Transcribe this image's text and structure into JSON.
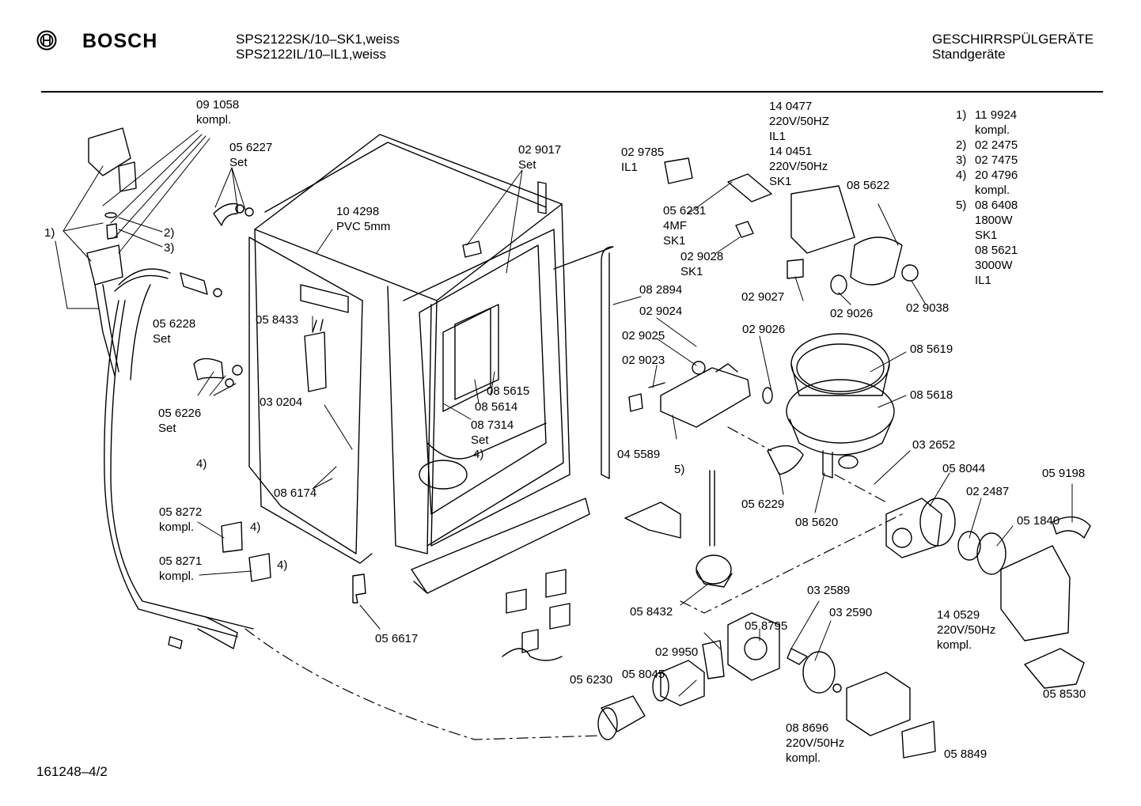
{
  "header": {
    "brand": "BOSCH",
    "models": [
      "SPS2122SK/10–SK1,weiss",
      "SPS2122IL/10–IL1,weiss"
    ],
    "category": "GESCHIRRSPÜLGERÄTE",
    "subcategory": "Standgeräte"
  },
  "footer": {
    "doc_number": "161248–4/2"
  },
  "parts": {
    "p091058": [
      "09 1058",
      "kompl."
    ],
    "p056227": [
      "05 6227",
      "Set"
    ],
    "p104298": [
      "10 4298",
      "PVC 5mm"
    ],
    "p029017": [
      "02 9017",
      "Set"
    ],
    "p029785": [
      "02 9785",
      "IL1"
    ],
    "p140477": [
      "14 0477",
      "220V/50HZ",
      "IL1",
      "14 0451",
      "220V/50Hz",
      "SK1"
    ],
    "p056231": [
      "05 6231",
      "4MF",
      "SK1"
    ],
    "p029028": [
      "02 9028",
      "SK1"
    ],
    "p085622": [
      "08 5622"
    ],
    "ref1": [
      "1)"
    ],
    "ref2": [
      "2)"
    ],
    "ref3": [
      "3)"
    ],
    "p056228": [
      "05 6228",
      "Set"
    ],
    "p058433": [
      "05 8433"
    ],
    "p082894": [
      "08 2894"
    ],
    "p029024": [
      "02 9024"
    ],
    "p029027": [
      "02 9027"
    ],
    "p029026a": [
      "02 9026"
    ],
    "p029038": [
      "02 9038"
    ],
    "p029025": [
      "02 9025"
    ],
    "p029026b": [
      "02 9026"
    ],
    "p029023": [
      "02 9023"
    ],
    "p085619": [
      "08 5619"
    ],
    "p085618": [
      "08 5618"
    ],
    "p056226": [
      "05 6226",
      "Set"
    ],
    "p030204": [
      "03 0204"
    ],
    "p085615": [
      "08 5615"
    ],
    "p085614": [
      "08 5614"
    ],
    "p087314": [
      "08 7314",
      "Set"
    ],
    "ref4a": [
      "4)"
    ],
    "ref4b": [
      "4)"
    ],
    "p045589": [
      "04 5589"
    ],
    "ref5": [
      "5)"
    ],
    "p032652": [
      "03 2652"
    ],
    "p086174": [
      "08 6174"
    ],
    "p058044": [
      "05 8044"
    ],
    "p059198": [
      "05 9198"
    ],
    "p022487": [
      "02 2487"
    ],
    "p056229": [
      "05 6229"
    ],
    "p085620": [
      "08 5620"
    ],
    "p051840": [
      "05 1840"
    ],
    "p058272": [
      "05 8272",
      "kompl."
    ],
    "ref4c": [
      "4)"
    ],
    "p058271": [
      "05 8271",
      "kompl."
    ],
    "ref4d": [
      "4)"
    ],
    "p032589": [
      "03 2589"
    ],
    "p058432": [
      "05 8432"
    ],
    "p058795": [
      "05 8795"
    ],
    "p032590": [
      "03 2590"
    ],
    "p140529": [
      "14 0529",
      "220V/50Hz",
      "kompl."
    ],
    "p029950": [
      "02 9950"
    ],
    "p056617": [
      "05 6617"
    ],
    "p058045": [
      "05 8045"
    ],
    "p056230": [
      "05 6230"
    ],
    "p058530": [
      "05 8530"
    ],
    "p088696": [
      "08 8696",
      "220V/50Hz",
      "kompl."
    ],
    "p058849": [
      "05 8849"
    ]
  },
  "notes": [
    [
      "1)",
      "11 9924"
    ],
    [
      "",
      "kompl."
    ],
    [
      "2)",
      "02 2475"
    ],
    [
      "3)",
      "02 7475"
    ],
    [
      "4)",
      "20 4796"
    ],
    [
      "",
      "kompl."
    ],
    [
      "5)",
      "08 6408"
    ],
    [
      "",
      "1800W"
    ],
    [
      "",
      "SK1"
    ],
    [
      "",
      "08 5621"
    ],
    [
      "",
      "3000W"
    ],
    [
      "",
      "IL1"
    ]
  ]
}
